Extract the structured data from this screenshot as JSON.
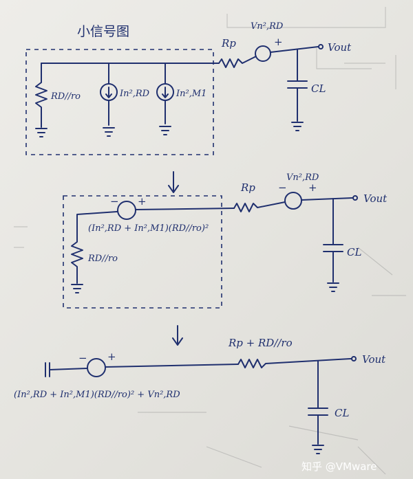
{
  "diagram": {
    "stage1": {
      "title": "小信号图",
      "rp": "Rp",
      "vn_rd": "Vn²,RD",
      "plus": "+",
      "vout": "Vout",
      "cl": "CL",
      "rd_ro": "RD//ro",
      "in_rd": "In²,RD",
      "in_m1": "In²,M1"
    },
    "stage2": {
      "minus": "−",
      "plus": "+",
      "noise_expr": "(In²,RD + In²,M1)(RD//ro)²",
      "rd_ro": "RD//ro",
      "rp": "Rp",
      "vn_rd": "Vn²,RD",
      "vout": "Vout",
      "cl": "CL"
    },
    "stage3": {
      "minus": "−",
      "plus": "+",
      "noise_expr": "(In²,RD + In²,M1)(RD//ro)² + Vn²,RD",
      "r_total": "Rp + RD//ro",
      "vout": "Vout",
      "cl": "CL"
    },
    "watermark": "知乎 @VMware"
  }
}
